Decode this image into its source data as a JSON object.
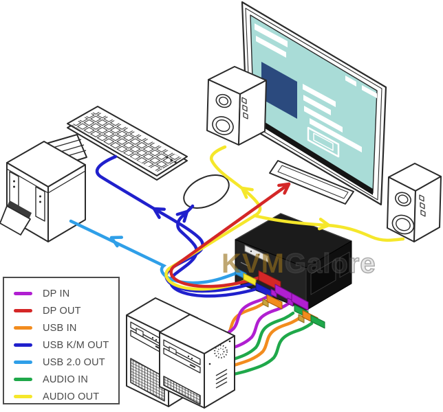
{
  "legend": {
    "items": [
      {
        "label": "DP IN",
        "color": "#b01fd1"
      },
      {
        "label": "DP OUT",
        "color": "#d42727"
      },
      {
        "label": "USB IN",
        "color": "#f28c1e"
      },
      {
        "label": "USB K/M OUT",
        "color": "#2020cc"
      },
      {
        "label": "USB 2.0 OUT",
        "color": "#2f9fe8"
      },
      {
        "label": "AUDIO IN",
        "color": "#1fa84a"
      },
      {
        "label": "AUDIO OUT",
        "color": "#f5e72b"
      }
    ]
  },
  "watermark": {
    "part1": "KVM",
    "part2": "Galore"
  },
  "colors": {
    "screen_teal": "#a9dcd7",
    "screen_blue_panel": "#2b4a7e",
    "outline": "#2a2a2a",
    "kvm_black": "#1b1b1b"
  },
  "diagram": {
    "devices": [
      "monitor",
      "left-speaker",
      "right-speaker",
      "keyboard",
      "mouse",
      "printer",
      "kvm-switch",
      "computer-1",
      "computer-2"
    ],
    "cables": [
      {
        "type": "DP OUT",
        "color": "#d42727",
        "from": "kvm-switch",
        "to": "monitor"
      },
      {
        "type": "AUDIO OUT",
        "color": "#f5e72b",
        "from": "kvm-switch",
        "to": "left-speaker"
      },
      {
        "type": "AUDIO OUT",
        "color": "#f5e72b",
        "from": "kvm-switch",
        "to": "right-speaker"
      },
      {
        "type": "USB K/M OUT",
        "color": "#2020cc",
        "from": "kvm-switch",
        "to": "keyboard"
      },
      {
        "type": "USB K/M OUT",
        "color": "#2020cc",
        "from": "kvm-switch",
        "to": "mouse"
      },
      {
        "type": "USB 2.0 OUT",
        "color": "#2f9fe8",
        "from": "kvm-switch",
        "to": "printer"
      },
      {
        "type": "DP IN",
        "color": "#b01fd1",
        "from": "computer-1",
        "to": "kvm-switch"
      },
      {
        "type": "DP IN",
        "color": "#b01fd1",
        "from": "computer-2",
        "to": "kvm-switch"
      },
      {
        "type": "USB IN",
        "color": "#f28c1e",
        "from": "computer-1",
        "to": "kvm-switch"
      },
      {
        "type": "USB IN",
        "color": "#f28c1e",
        "from": "computer-2",
        "to": "kvm-switch"
      },
      {
        "type": "AUDIO IN",
        "color": "#1fa84a",
        "from": "computer-1",
        "to": "kvm-switch"
      },
      {
        "type": "AUDIO IN",
        "color": "#1fa84a",
        "from": "computer-2",
        "to": "kvm-switch"
      }
    ]
  }
}
